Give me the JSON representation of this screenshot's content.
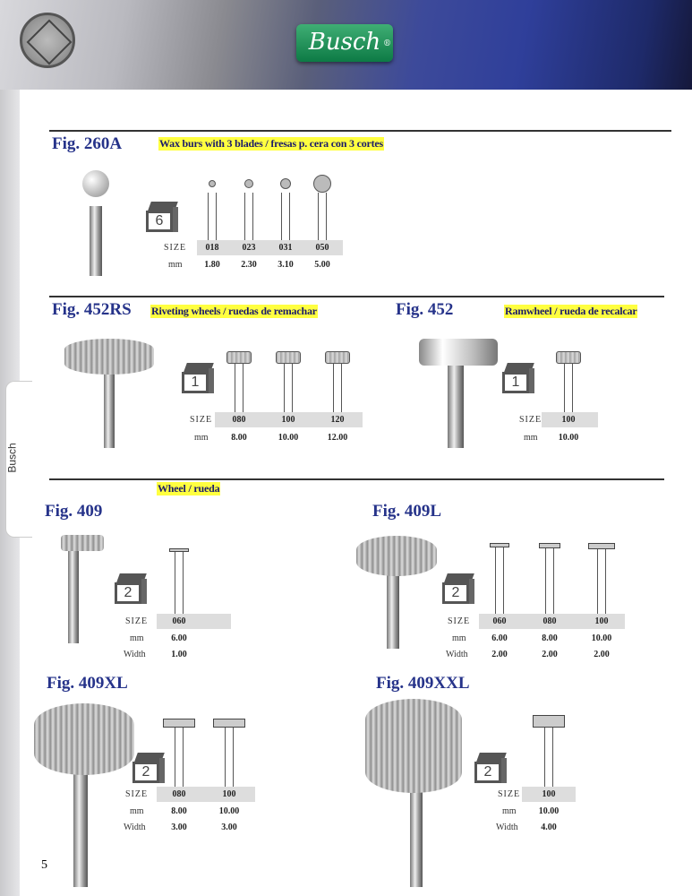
{
  "header": {
    "brand": "Busch",
    "registered": "®"
  },
  "side_tab": "Busch",
  "page_number": "5",
  "labels": {
    "size": "SIZE",
    "mm": "mm",
    "width": "Width"
  },
  "sections": [
    {
      "fig": "Fig. 260A",
      "desc": "Wax burs with 3 blades / fresas p. cera con 3 cortes",
      "pack": "6",
      "sizes": [
        "018",
        "023",
        "031",
        "050"
      ],
      "mm": [
        "1.80",
        "2.30",
        "3.10",
        "5.00"
      ]
    },
    {
      "fig": "Fig. 452RS",
      "desc": "Riveting wheels / ruedas de remachar",
      "pack": "1",
      "sizes": [
        "080",
        "100",
        "120"
      ],
      "mm": [
        "8.00",
        "10.00",
        "12.00"
      ]
    },
    {
      "fig": "Fig. 452",
      "desc": "Ramwheel / rueda de recalcar",
      "pack": "1",
      "sizes": [
        "100"
      ],
      "mm": [
        "10.00"
      ]
    },
    {
      "fig": "Fig. 409",
      "group_desc": "Wheel / rueda",
      "pack": "2",
      "sizes": [
        "060"
      ],
      "mm": [
        "6.00"
      ],
      "width": [
        "1.00"
      ]
    },
    {
      "fig": "Fig. 409L",
      "pack": "2",
      "sizes": [
        "060",
        "080",
        "100"
      ],
      "mm": [
        "6.00",
        "8.00",
        "10.00"
      ],
      "width": [
        "2.00",
        "2.00",
        "2.00"
      ]
    },
    {
      "fig": "Fig. 409XL",
      "pack": "2",
      "sizes": [
        "080",
        "100"
      ],
      "mm": [
        "8.00",
        "10.00"
      ],
      "width": [
        "3.00",
        "3.00"
      ]
    },
    {
      "fig": "Fig. 409XXL",
      "pack": "2",
      "sizes": [
        "100"
      ],
      "mm": [
        "10.00"
      ],
      "width": [
        "4.00"
      ]
    }
  ]
}
